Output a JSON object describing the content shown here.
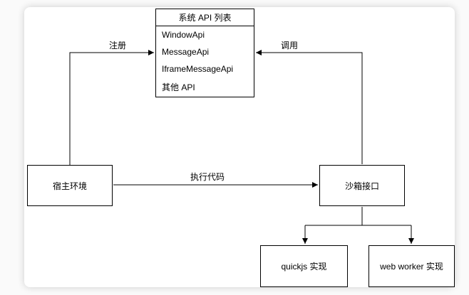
{
  "canvas": {
    "background": "#ffffff",
    "page_background": "#fafafa",
    "line_color": "#000000",
    "text_color": "#000000"
  },
  "api_list": {
    "title": "系统 API 列表",
    "items": [
      "WindowApi",
      "MessageApi",
      "IframeMessageApi",
      "其他 API"
    ]
  },
  "nodes": {
    "host": {
      "label": "宿主环境"
    },
    "sandbox": {
      "label": "沙箱接口"
    },
    "quickjs": {
      "label": "quickjs 实现"
    },
    "webworker": {
      "label": "web worker 实现"
    }
  },
  "edges": {
    "register": {
      "label": "注册"
    },
    "call": {
      "label": "调用"
    },
    "execute": {
      "label": "执行代码"
    }
  }
}
